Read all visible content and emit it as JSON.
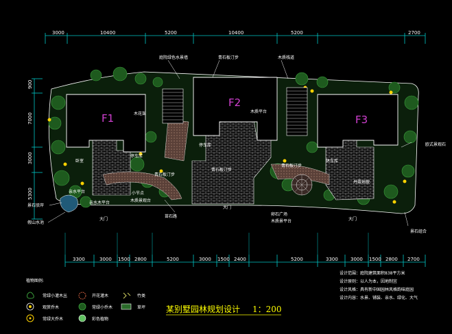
{
  "colors": {
    "background": "#000000",
    "dimension_line": "#00c8c8",
    "building_outline": "#ffffff",
    "building_label": "#d040d0",
    "title": "#ffff00",
    "vegetation_dark": "#1e5a1e",
    "vegetation_light": "#3ca03c",
    "flower": "#ffd200",
    "paving": "#808080",
    "path_brown": "#7a5a48"
  },
  "dimensions_top": [
    "3000",
    "10400",
    "5200",
    "10400",
    "5200",
    "2700"
  ],
  "dimensions_left": [
    "900",
    "7000",
    "3000",
    "5300"
  ],
  "dimensions_bottom": [
    "3300",
    "3000",
    "1500",
    "2800",
    "5200",
    "3000",
    "1500",
    "2400",
    "5200",
    "3300",
    "3000",
    "1500",
    "2800",
    "2700"
  ],
  "buildings": [
    {
      "label": "F1"
    },
    {
      "label": "F2"
    },
    {
      "label": "F3"
    }
  ],
  "annotations": {
    "a1": "庭院绿色水景墙",
    "a2": "青石板汀步",
    "a3": "木质栈道",
    "a4": "木花架",
    "a5": "木质平台",
    "a6": "停车库",
    "a7": "卧室",
    "a8": "停车库",
    "a9": "休车库",
    "a10": "青石板汀步",
    "a11": "青石板汀步",
    "a12": "青石板汀步",
    "a13": "欧式景观石",
    "a14": "景石驳岸",
    "a15": "亲水木平台",
    "a16": "假山水池",
    "a17": "丹霞地貌",
    "a18": "景石组合",
    "a19": "小节点",
    "a20": "卵石广场",
    "a21": "木质景平台",
    "a22": "苗石路",
    "a23": "大门",
    "a24": "大门",
    "a25": "大门",
    "a26": "亲水平台",
    "a27": "木质景观台"
  },
  "legend": {
    "heading": "植物图例:",
    "items": [
      "常绿小灌木丛",
      "开花灌木",
      "竹类",
      "观赏乔木",
      "常绿小乔木",
      "草坪",
      "常绿大乔木",
      "彩色植物"
    ]
  },
  "title_block": {
    "title": "某别墅园林规划设计",
    "scale": "1：200"
  },
  "design_info": [
    "设计范围：庭院建筑面积838平方米",
    "设计原则：以人为本，因地制宜",
    "设计风格：具有新中国园林风格韵味庭园",
    "设计内容：水景、铺装、亲水、绿化、大气"
  ]
}
